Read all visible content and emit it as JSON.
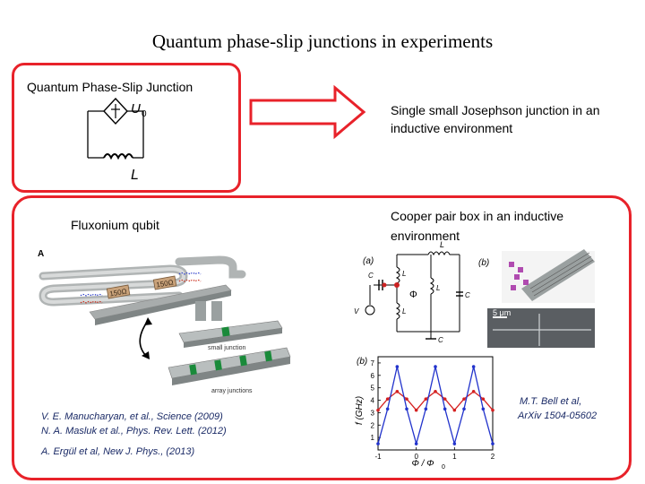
{
  "slide": {
    "title": "Quantum phase-slip junctions in experiments"
  },
  "qps_box": {
    "label": "Quantum Phase-Slip Junction",
    "u_symbol": "U",
    "u_subscript": "0",
    "l_symbol": "L"
  },
  "right_top": {
    "line1": "Single small Josephson junction in an",
    "line2": "inductive environment"
  },
  "fluxonium": {
    "label": "Fluxonium qubit",
    "panel_letter": "A",
    "resistor_label": "150Ω",
    "small_junction_label": "small junction",
    "array_junctions_label": "array junctions"
  },
  "cpb": {
    "line1": "Cooper pair box in an inductive",
    "line2": "environment",
    "panel_a": "(a)",
    "panel_b": "(b)",
    "panel_b2": "(b)",
    "scale_bar": "5 μm",
    "circuit_labels": {
      "L": "L",
      "Lb_top": "L",
      "Lb_bottom": "L",
      "Lsh": "L",
      "C": "C",
      "Cg": "C",
      "Vg": "V",
      "Phi": "Φ",
      "Cgnd": "C"
    }
  },
  "plot": {
    "ylabel": "f (GHz)",
    "xlabel": "Φ / Φ",
    "xlabel_sub": "0",
    "x_ticks": [
      "-1",
      "0",
      "1",
      "2"
    ],
    "y_ticks": [
      "1",
      "2",
      "3",
      "4",
      "5",
      "6",
      "7"
    ],
    "red_color": "#d42020",
    "blue_color": "#2233cc"
  },
  "citations": {
    "left1": "V. E. Manucharyan, et al., Science (2009)",
    "left2": "N. A. Masluk et al., Phys. Rev. Lett. (2012)",
    "left3": "A. Ergül et al, New J. Phys., (2013)",
    "right1": "M.T. Bell et al,",
    "right2": "ArXiv 1504-05602"
  },
  "chart_data": {
    "type": "line",
    "xlabel": "Φ / Φ0",
    "ylabel": "f (GHz)",
    "xlim": [
      -1,
      2
    ],
    "ylim": [
      0,
      7.5
    ],
    "series": [
      {
        "x": [
          -1,
          -0.75,
          -0.5,
          -0.25,
          0,
          0.25,
          0.5,
          0.75,
          1,
          1.25,
          1.5,
          1.75,
          2
        ],
        "y": [
          3.2,
          4.1,
          4.7,
          4.1,
          3.2,
          4.1,
          4.7,
          4.1,
          3.2,
          4.1,
          4.7,
          4.1,
          3.2
        ]
      },
      {
        "x": [
          -1,
          -0.75,
          -0.5,
          -0.25,
          0,
          0.25,
          0.5,
          0.75,
          1,
          1.25,
          1.5,
          1.75,
          2
        ],
        "y": [
          0.5,
          3.3,
          6.7,
          3.3,
          0.5,
          3.3,
          6.7,
          3.3,
          0.5,
          3.3,
          6.7,
          3.3,
          0.5
        ]
      }
    ]
  }
}
